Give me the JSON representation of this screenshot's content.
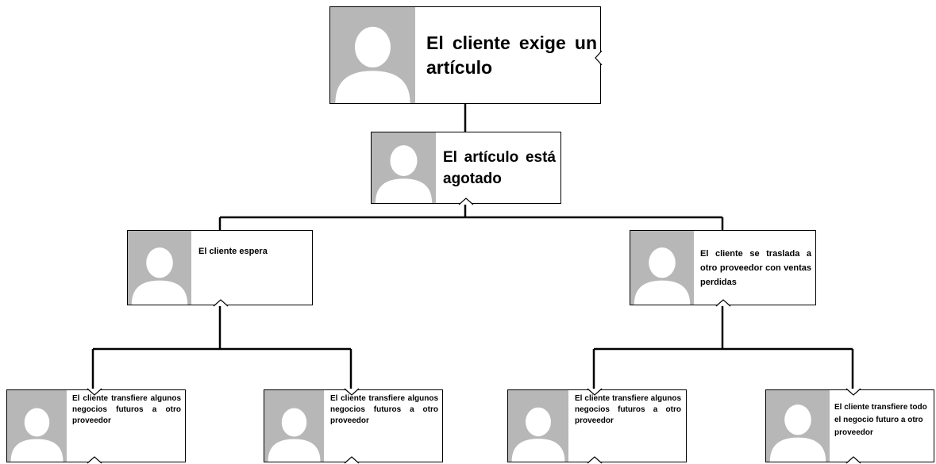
{
  "nodes": {
    "root": {
      "text": "El cliente exige un artículo"
    },
    "level1": {
      "text": "El artículo está agotado"
    },
    "left": {
      "text": "El cliente espera"
    },
    "right": {
      "text": "El cliente se traslada a otro proveedor con ventas perdidas"
    },
    "leaf1": {
      "text": "El cliente transfiere algunos negocios futuros a otro proveedor"
    },
    "leaf2": {
      "text": "El cliente transfiere algunos negocios futuros a otro proveedor"
    },
    "leaf3": {
      "text": "El cliente transfiere algunos negocios futuros a otro proveedor"
    },
    "leaf4": {
      "text": "El cliente transfiere todo el negocio futuro a otro proveedor"
    }
  },
  "colors": {
    "photo": "#b7b7b7",
    "silhouette": "#ffffff",
    "line": "#000000",
    "border": "#000000"
  },
  "icons": {
    "avatar": "person-silhouette-icon"
  }
}
